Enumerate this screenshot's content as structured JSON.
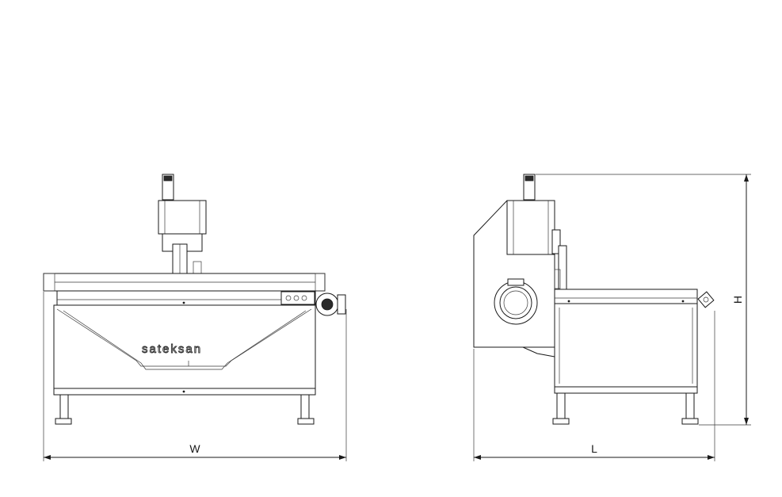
{
  "brand": {
    "logo_text": "sateksan"
  },
  "dimensions": {
    "width_label": "W",
    "length_label": "L",
    "height_label": "H"
  },
  "colors": {
    "line": "#1a1a1a",
    "background": "#ffffff"
  }
}
